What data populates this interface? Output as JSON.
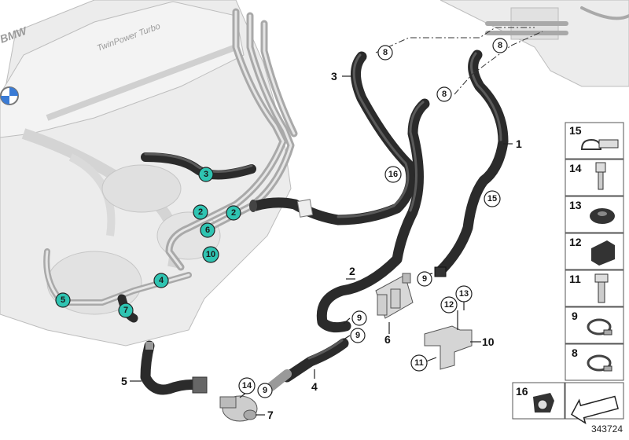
{
  "diagram": {
    "engine_cover_text": "TwinPower Turbo",
    "engine_brand_fragment": "BMW",
    "part_number": "343724",
    "callouts_teal": [
      "3",
      "2",
      "2",
      "6",
      "10",
      "4",
      "5",
      "7"
    ],
    "side_labels": {
      "l1": "1",
      "l2": "2",
      "l3": "3",
      "l4": "4",
      "l5": "5",
      "l6": "6",
      "l7": "7",
      "l10": "10"
    },
    "circled": {
      "c8a": "8",
      "c8b": "8",
      "c8c": "8",
      "c16": "16",
      "c15": "15",
      "c9a": "9",
      "c9b": "9",
      "c9c": "9",
      "c9d": "9",
      "c12": "12",
      "c13": "13",
      "c11": "11",
      "c14": "14"
    },
    "legend": [
      {
        "num": "15",
        "icon": "hose-clamp-bracket-icon"
      },
      {
        "num": "14",
        "icon": "screw-icon"
      },
      {
        "num": "13",
        "icon": "rubber-grommet-icon"
      },
      {
        "num": "12",
        "icon": "rubber-mount-icon"
      },
      {
        "num": "11",
        "icon": "hex-bolt-icon"
      },
      {
        "num": "9",
        "icon": "hose-clamp-icon"
      },
      {
        "num": "8",
        "icon": "hose-clamp-icon"
      },
      {
        "num": "16",
        "icon": "clip-icon"
      }
    ],
    "colors": {
      "teal": "#2fc4b2",
      "hose": "#2b2b2b",
      "engine": "#ececec"
    }
  }
}
